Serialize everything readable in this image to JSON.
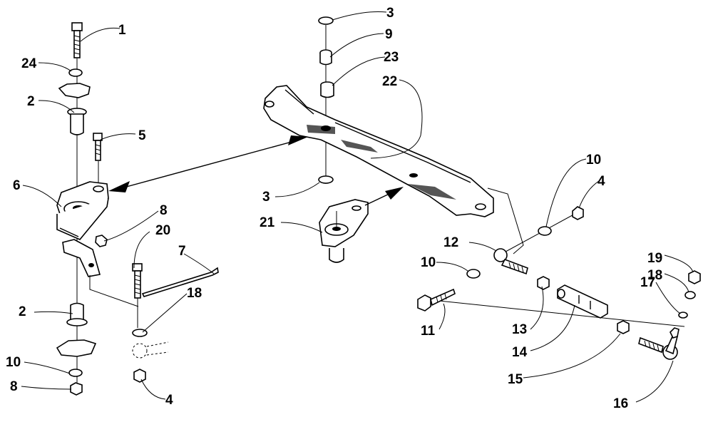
{
  "callouts": {
    "c1": "1",
    "c24": "24",
    "c2a": "2",
    "c5": "5",
    "c6": "6",
    "c8a": "8",
    "c20": "20",
    "c7": "7",
    "c18a": "18",
    "c2b": "2",
    "c10a": "10",
    "c8b": "8",
    "c4a": "4",
    "c3a": "3",
    "c9": "9",
    "c23": "23",
    "c22": "22",
    "c3b": "3",
    "c21": "21",
    "c10b": "10",
    "c4b": "4",
    "c12": "12",
    "c10c": "10",
    "c11": "11",
    "c13": "13",
    "c14": "14",
    "c15": "15",
    "c19": "19",
    "c18b": "18",
    "c17": "17",
    "c16": "16"
  }
}
